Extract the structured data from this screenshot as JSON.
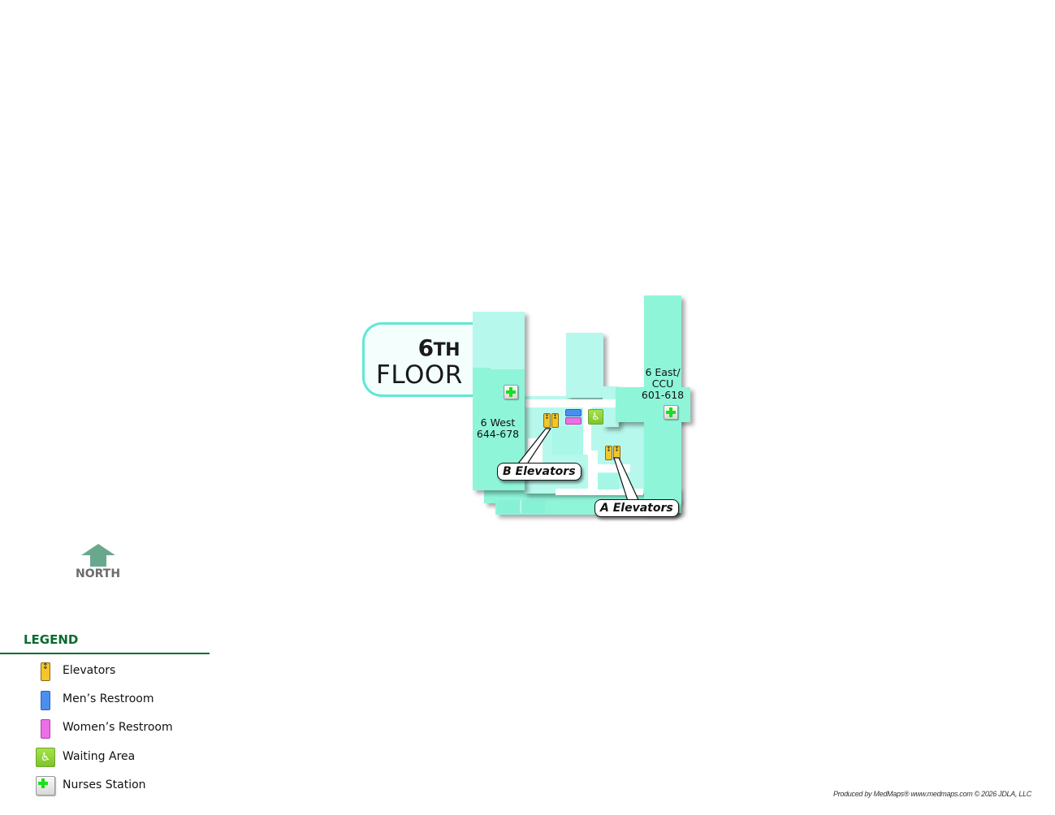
{
  "floor": {
    "number": "6",
    "suffix": "TH",
    "word": "FLOOR"
  },
  "units": [
    {
      "name": "6 West",
      "rooms": "644-678"
    },
    {
      "name": "6 East/",
      "name2": "CCU",
      "rooms": "601-618"
    }
  ],
  "callouts": {
    "b_elevators": "B Elevators",
    "a_elevators": "A Elevators"
  },
  "north": {
    "label": "NORTH"
  },
  "legend": {
    "title": "LEGEND",
    "items": [
      {
        "icon": "elevator-icon",
        "label": "Elevators"
      },
      {
        "icon": "mens-restroom-icon",
        "label": "Men’s Restroom"
      },
      {
        "icon": "womens-restroom-icon",
        "label": "Women’s Restroom"
      },
      {
        "icon": "waiting-area-icon",
        "label": "Waiting Area"
      },
      {
        "icon": "nurses-station-icon",
        "label": "Nurses Station"
      }
    ]
  },
  "footer": {
    "credit": "Produced by MedMaps®  www.medmaps.com  © 2026 JDLA, LLC"
  },
  "colors": {
    "legend_green": "#0a6b2e",
    "floor_border": "#5fe8d3",
    "room_light": "#b7f8ec",
    "room_mid": "#8ef5d9",
    "elevator": "#f4c62a",
    "mens": "#4a8ff0",
    "womens": "#ec6fe6",
    "waiting": "#8fd43a",
    "nurse_cross": "#15e21a",
    "north_arrow": "#6aa88e"
  }
}
